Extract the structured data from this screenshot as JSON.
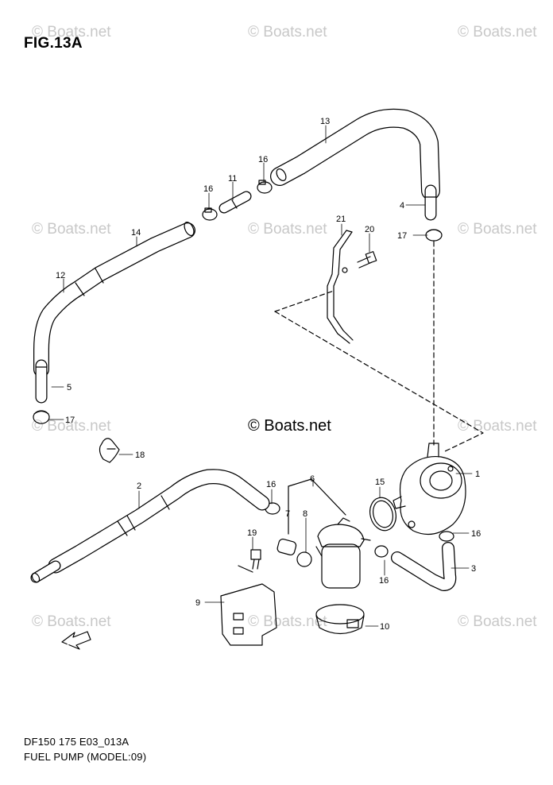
{
  "figure": {
    "title": "FIG.13A"
  },
  "watermark": {
    "text": "© Boats.net",
    "center_text": "© Boats.net"
  },
  "footer": {
    "line1": "DF150 175 E03_013A",
    "line2": "FUEL PUMP (MODEL:09)"
  },
  "fwd_label": "FWD",
  "callouts": [
    {
      "id": "c1",
      "text": "1"
    },
    {
      "id": "c2",
      "text": "2"
    },
    {
      "id": "c3",
      "text": "3"
    },
    {
      "id": "c4",
      "text": "4"
    },
    {
      "id": "c5",
      "text": "5"
    },
    {
      "id": "c6",
      "text": "6"
    },
    {
      "id": "c7",
      "text": "7"
    },
    {
      "id": "c8",
      "text": "8"
    },
    {
      "id": "c9",
      "text": "9"
    },
    {
      "id": "c10",
      "text": "10"
    },
    {
      "id": "c11",
      "text": "11"
    },
    {
      "id": "c12",
      "text": "12"
    },
    {
      "id": "c13",
      "text": "13"
    },
    {
      "id": "c14",
      "text": "14"
    },
    {
      "id": "c15",
      "text": "15"
    },
    {
      "id": "c16a",
      "text": "16"
    },
    {
      "id": "c16b",
      "text": "16"
    },
    {
      "id": "c16c",
      "text": "16"
    },
    {
      "id": "c16d",
      "text": "16"
    },
    {
      "id": "c16e",
      "text": "16"
    },
    {
      "id": "c17a",
      "text": "17"
    },
    {
      "id": "c17b",
      "text": "17"
    },
    {
      "id": "c18",
      "text": "18"
    },
    {
      "id": "c19",
      "text": "19"
    },
    {
      "id": "c20",
      "text": "20"
    },
    {
      "id": "c21",
      "text": "21"
    }
  ]
}
